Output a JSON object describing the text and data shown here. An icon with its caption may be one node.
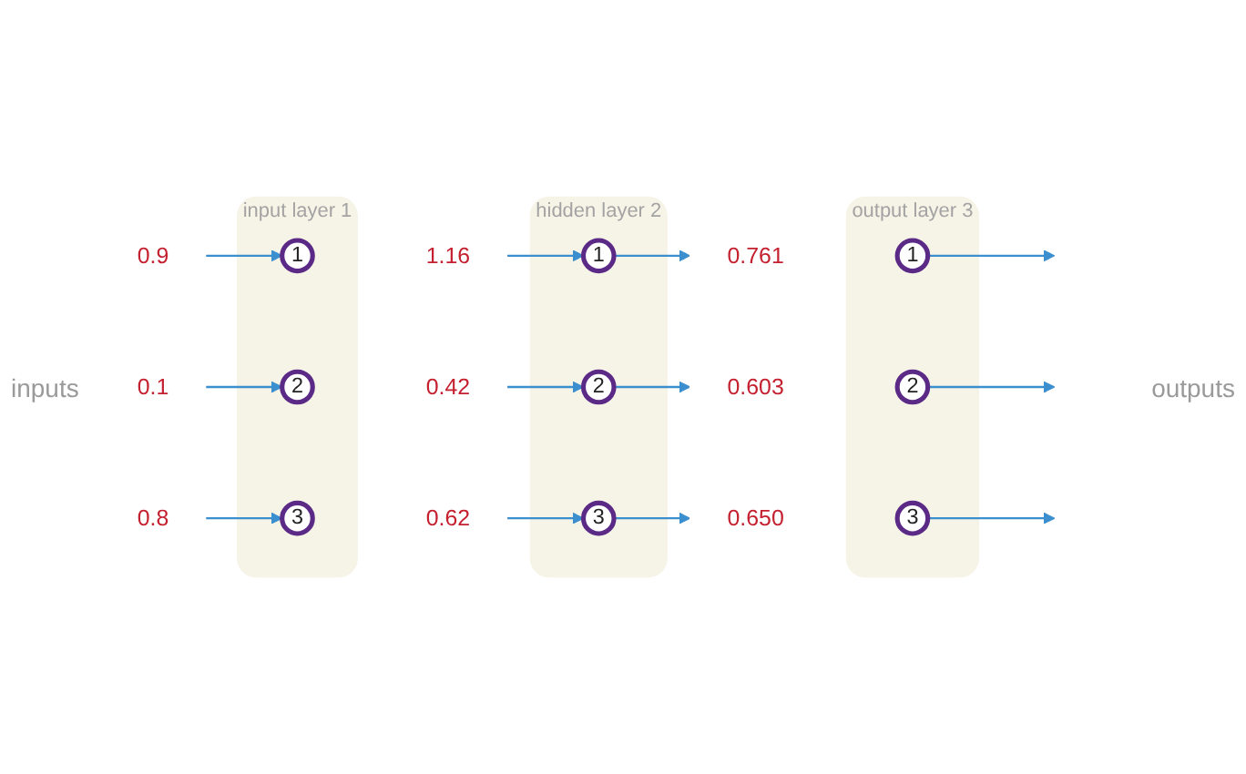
{
  "diagram": {
    "nodes": [
      {
        "text": [
          "0.9"
        ]
      },
      {
        "text": [
          "0.1"
        ]
      },
      {
        "text": [
          "0.8"
        ]
      },
      {
        "text": [
          "input layer 1"
        ]
      },
      {
        "text": [
          "1"
        ],
        "in": 3
      },
      {
        "text": [
          "2"
        ],
        "in": 3
      },
      {
        "text": [
          "3"
        ],
        "in": 3
      },
      {
        "text": [
          "1.16"
        ]
      },
      {
        "text": [
          "0.42"
        ]
      },
      {
        "text": [
          "0.62"
        ]
      },
      {
        "text": [
          "hidden layer 2"
        ]
      },
      {
        "text": [
          "1"
        ],
        "in": 10
      },
      {
        "text": [
          "2"
        ],
        "in": 10
      },
      {
        "text": [
          "3"
        ],
        "in": 10
      },
      {
        "text": [
          "0.761"
        ]
      },
      {
        "text": [
          "0.603"
        ]
      },
      {
        "text": [
          "0.650"
        ]
      },
      {
        "text": [
          "output layer 3"
        ]
      },
      {
        "text": [
          "1"
        ],
        "in": 17
      },
      {
        "text": [
          "2"
        ],
        "in": 17
      },
      {
        "text": [
          "3"
        ],
        "in": 17
      }
    ],
    "edges": [
      {
        "from": 0,
        "to": 4,
        "arrow": "to"
      },
      {
        "from": 1,
        "to": 5,
        "arrow": "to"
      },
      {
        "from": 2,
        "to": 6,
        "arrow": "to"
      },
      {
        "from": 7,
        "to": 11,
        "arrow": "to"
      },
      {
        "from": 8,
        "to": 12,
        "arrow": "to"
      },
      {
        "from": 9,
        "to": 13,
        "arrow": "to"
      },
      {
        "from": 11,
        "to": 14,
        "arrow": "to"
      },
      {
        "from": 12,
        "to": 15,
        "arrow": "to"
      },
      {
        "from": 13,
        "to": 16,
        "arrow": "to"
      },
      {
        "from": 18,
        "to": null,
        "arrow": "to"
      },
      {
        "from": 19,
        "to": null,
        "arrow": "to"
      },
      {
        "from": 20,
        "to": null,
        "arrow": "to"
      }
    ],
    "labels": [
      "inputs",
      "outputs"
    ]
  }
}
